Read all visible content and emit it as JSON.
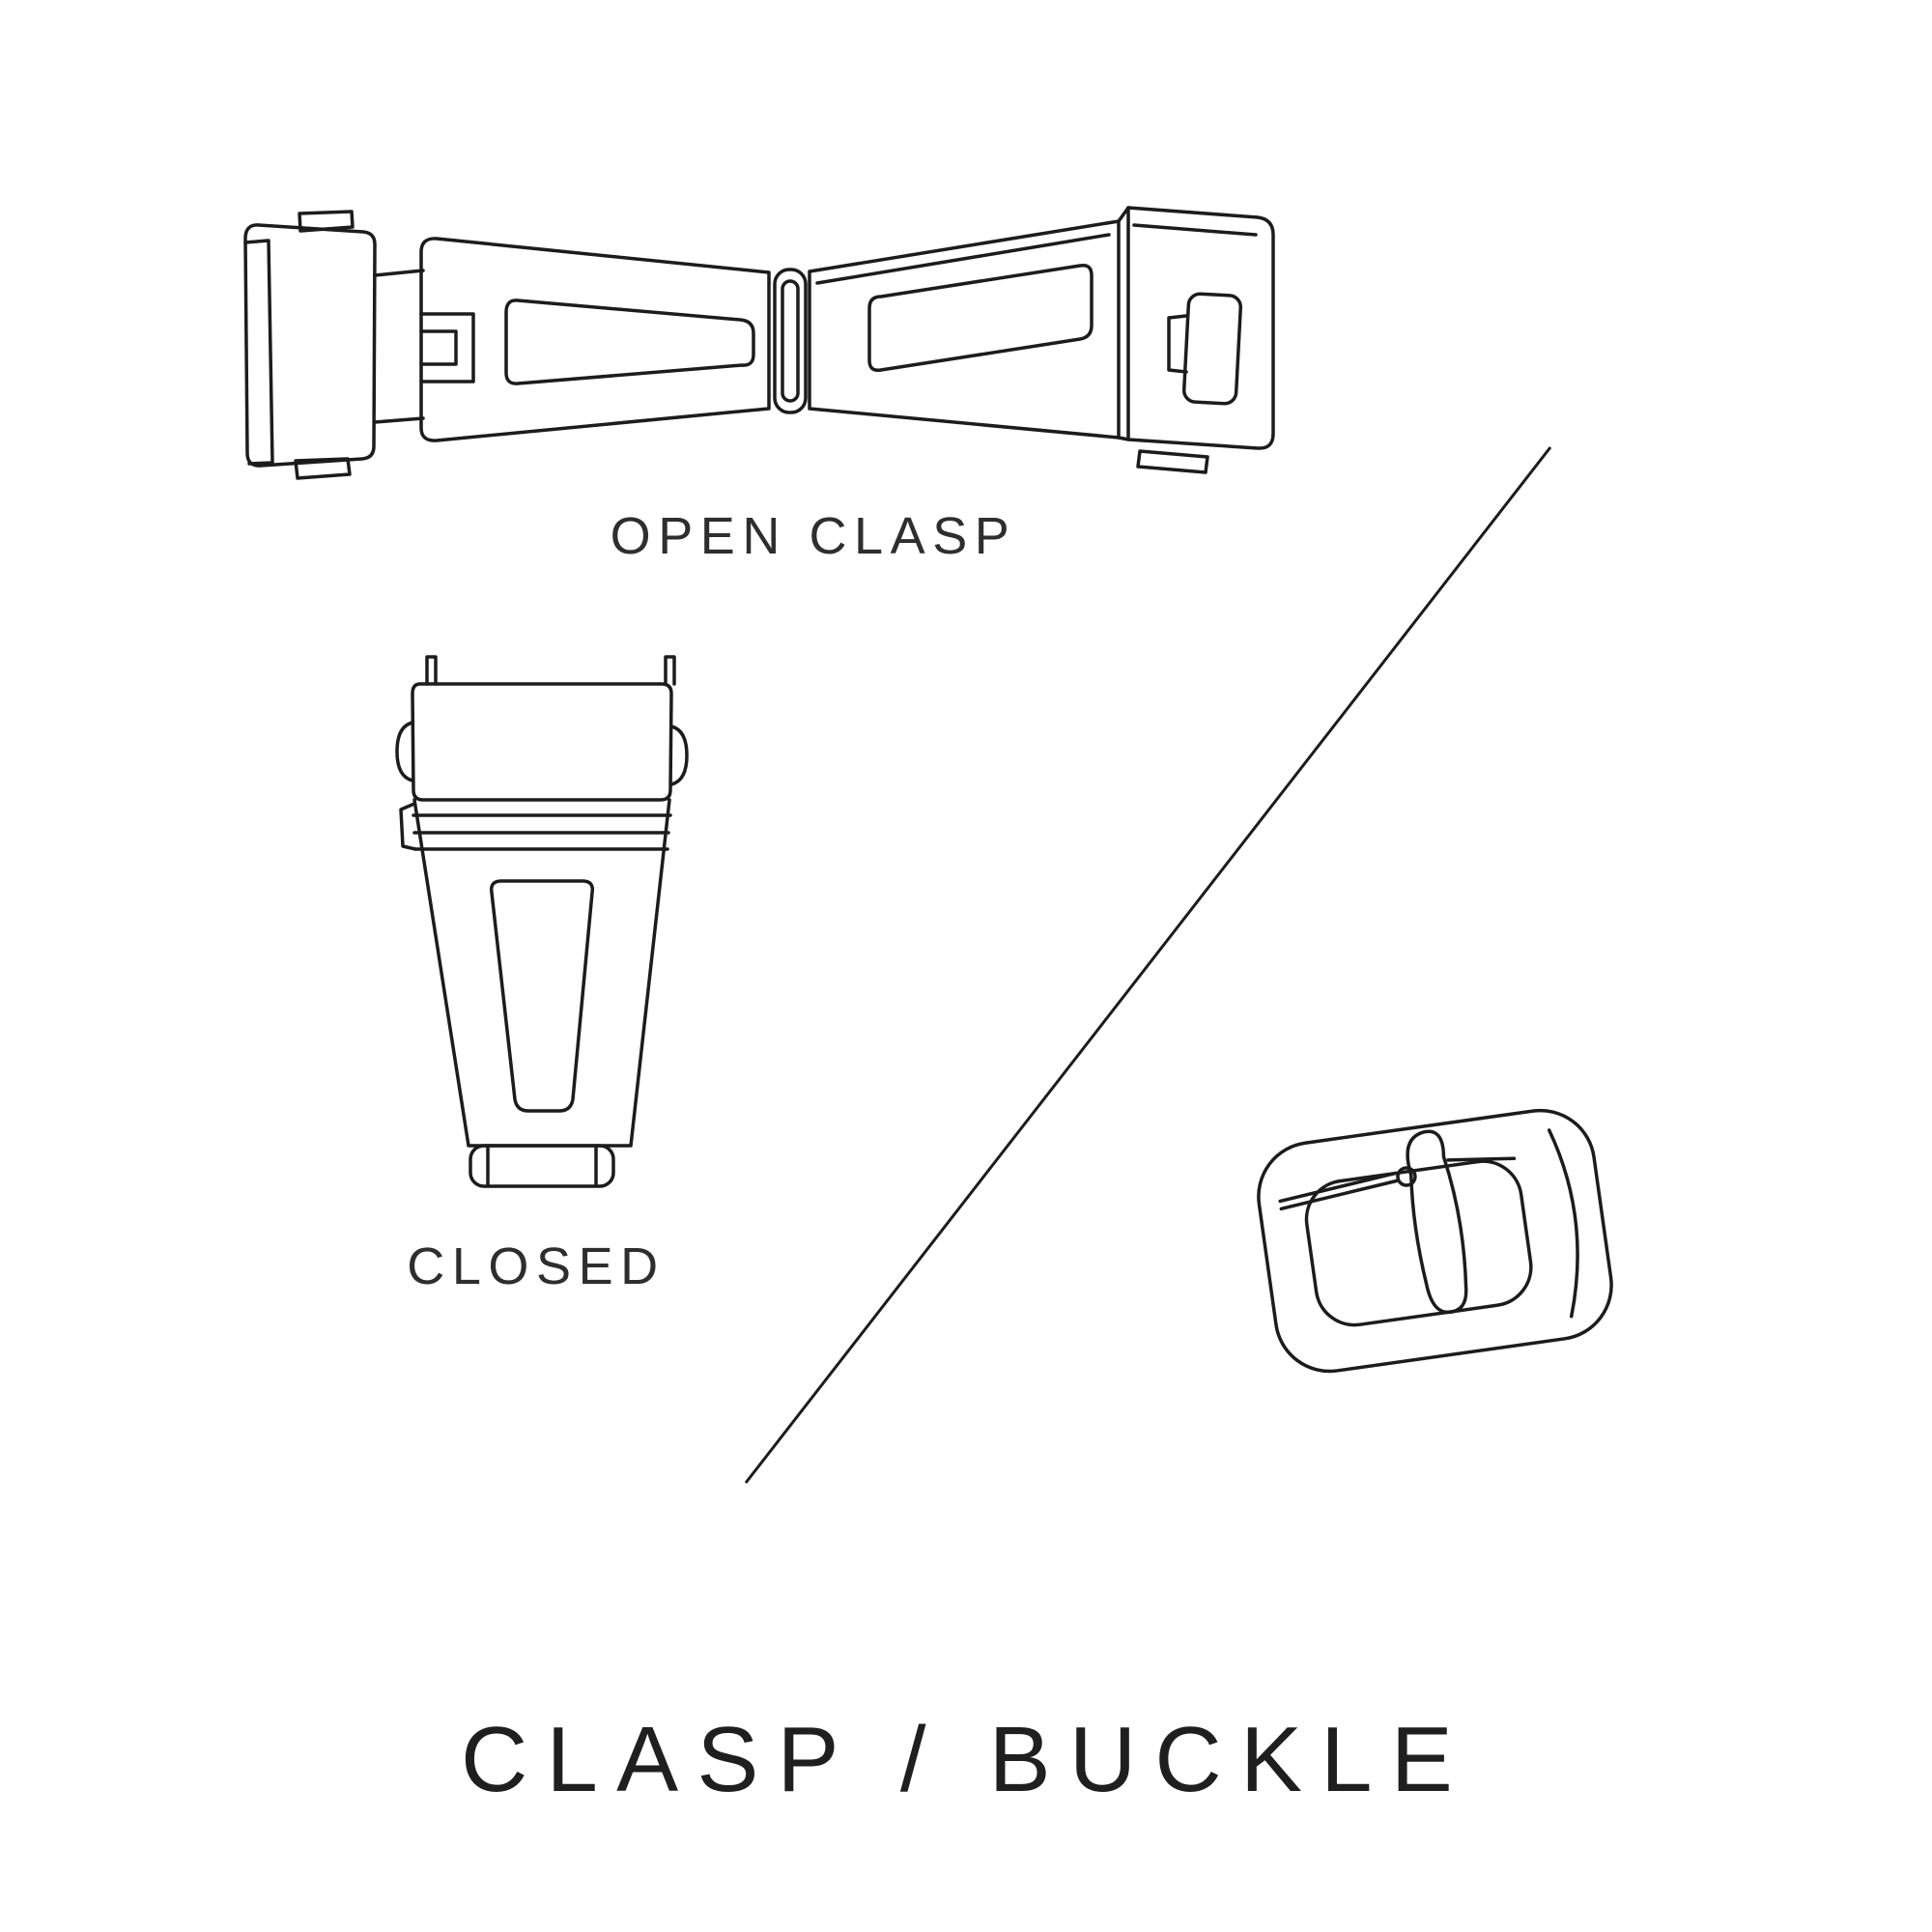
{
  "page": {
    "title": "CLASP / BUCKLE",
    "background_color": "#ffffff",
    "ink_color": "#1c1c1c",
    "text_color": "#2e2e2e"
  },
  "figures": [
    {
      "id": "open-clasp",
      "label": "OPEN CLASP",
      "icon": "open-clasp-illustration"
    },
    {
      "id": "closed-clasp",
      "label": "CLOSED",
      "icon": "closed-clasp-illustration"
    },
    {
      "id": "tang-buckle",
      "label": "",
      "icon": "tang-buckle-illustration"
    }
  ],
  "divider": {
    "icon": "diagonal-divider-line"
  }
}
